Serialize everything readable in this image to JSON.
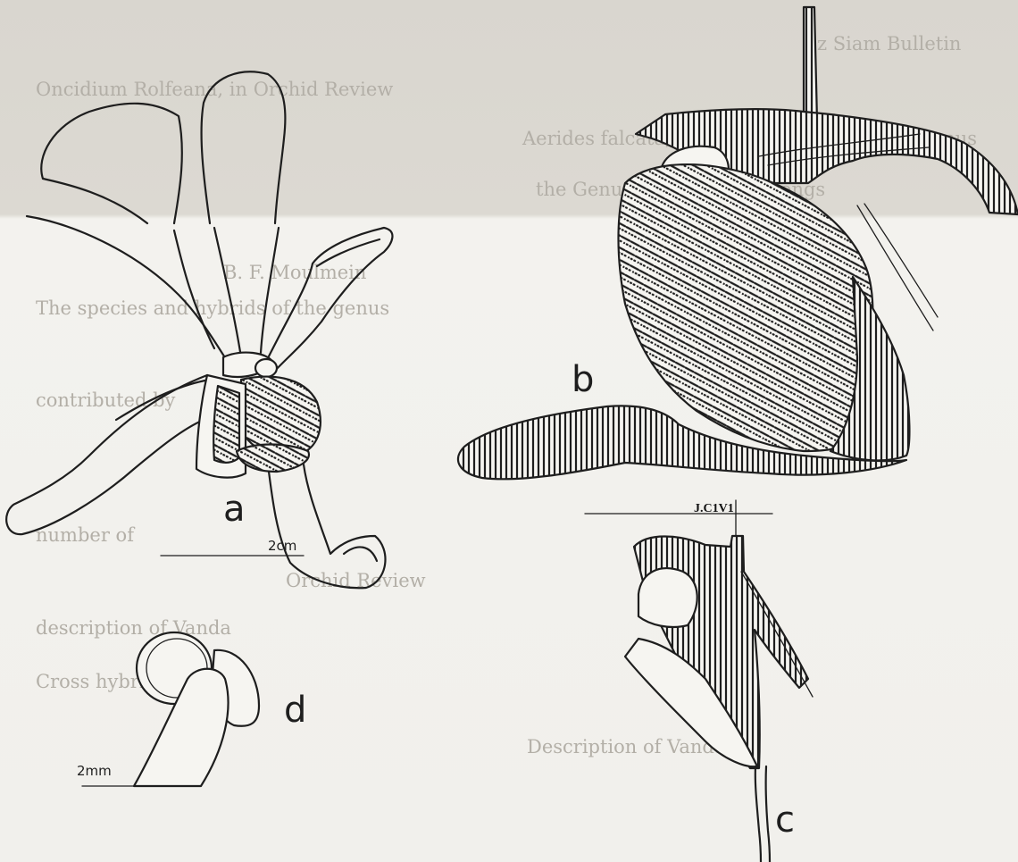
{
  "stamp": "J.C1V1",
  "panels": {
    "a": "a",
    "b": "b",
    "c": "c",
    "d": "d"
  },
  "scale_bars": {
    "a": "2cm",
    "d": "2mm"
  },
  "colors": {
    "ink": "#1e1e1e",
    "paper": "#f1f0ec",
    "paper_shadow": "#d9d6cf",
    "bleed_text": "#b3afa7"
  },
  "bleed_through_text": [
    "z Siam Bulletin",
    "Oncidium Rolfeana, in Orchid Review",
    "Aerides falcata, from Burma, in the same genus",
    "the Genus, to which it belongs",
    "B. F. Moulmein",
    "The species and hybrids of the genus",
    "contributed by",
    "number of",
    "Orchid Review",
    "description of Vanda",
    "Cross hybrid",
    "Description of Vanda"
  ]
}
